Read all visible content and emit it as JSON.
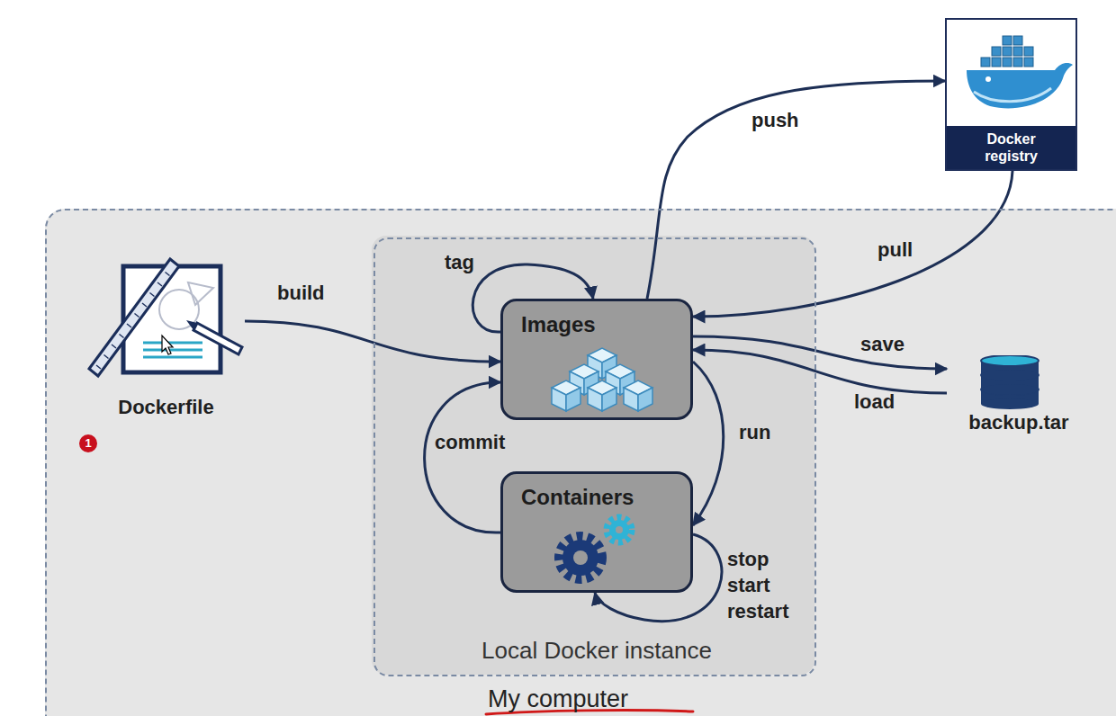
{
  "diagram": {
    "nodes": [
      {
        "text": [
          "My computer"
        ]
      },
      {
        "text": [
          "Local Docker instance"
        ],
        "in": 0
      },
      {
        "text": [
          "Images"
        ],
        "in": 1
      },
      {
        "text": [
          "Containers"
        ],
        "in": 1
      },
      {
        "text": [
          "Dockerfile"
        ],
        "in": 0
      },
      {
        "text": [
          "backup.tar"
        ],
        "in": 0
      },
      {
        "text": [
          "Docker registry"
        ]
      }
    ],
    "edges": [
      {
        "from": 4,
        "to": 2,
        "label": "build",
        "arrow": "to"
      },
      {
        "from": 2,
        "to": 2,
        "label": "tag",
        "arrow": "to"
      },
      {
        "from": 2,
        "to": 6,
        "label": "push",
        "arrow": "to"
      },
      {
        "from": 6,
        "to": 2,
        "label": "pull",
        "arrow": "to"
      },
      {
        "from": 2,
        "to": 5,
        "label": "save",
        "arrow": "to"
      },
      {
        "from": 5,
        "to": 2,
        "label": "load",
        "arrow": "to"
      },
      {
        "from": 2,
        "to": 3,
        "label": "run",
        "arrow": "to"
      },
      {
        "from": 3,
        "to": 2,
        "label": "commit",
        "arrow": "to"
      },
      {
        "from": 3,
        "to": 3,
        "label": "stop start restart",
        "arrow": "to"
      }
    ],
    "labels": [
      "1"
    ]
  }
}
